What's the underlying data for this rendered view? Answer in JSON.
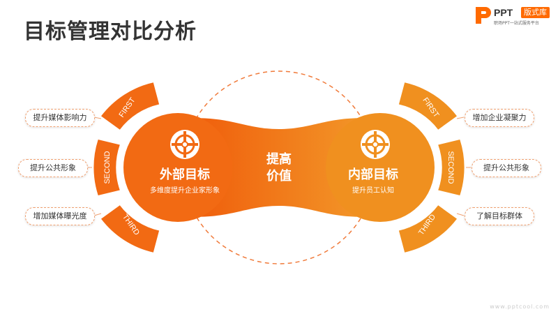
{
  "title": "目标管理对比分析",
  "logo": {
    "brand": "PPT",
    "badge": "版式库",
    "tagline": "职场PPT一站式服务平台"
  },
  "center": {
    "line1": "提高",
    "line2": "价值"
  },
  "left_node": {
    "title": "外部目标",
    "subtitle": "多维度提升企业家形象",
    "segments": [
      "FIRST",
      "SECOND",
      "THIRD"
    ],
    "items": [
      "提升媒体影响力",
      "提升公共形象",
      "增加媒体曝光度"
    ]
  },
  "right_node": {
    "title": "内部目标",
    "subtitle": "提升员工认知",
    "segments": [
      "FIRST",
      "SECOND",
      "THIRD"
    ],
    "items": [
      "增加企业凝聚力",
      "提升公共形象",
      "了解目标群体"
    ]
  },
  "watermark": "www.pptcool.com",
  "colors": {
    "left_primary": "#f26a13",
    "right_primary": "#f0901f",
    "title_text": "#333333"
  }
}
